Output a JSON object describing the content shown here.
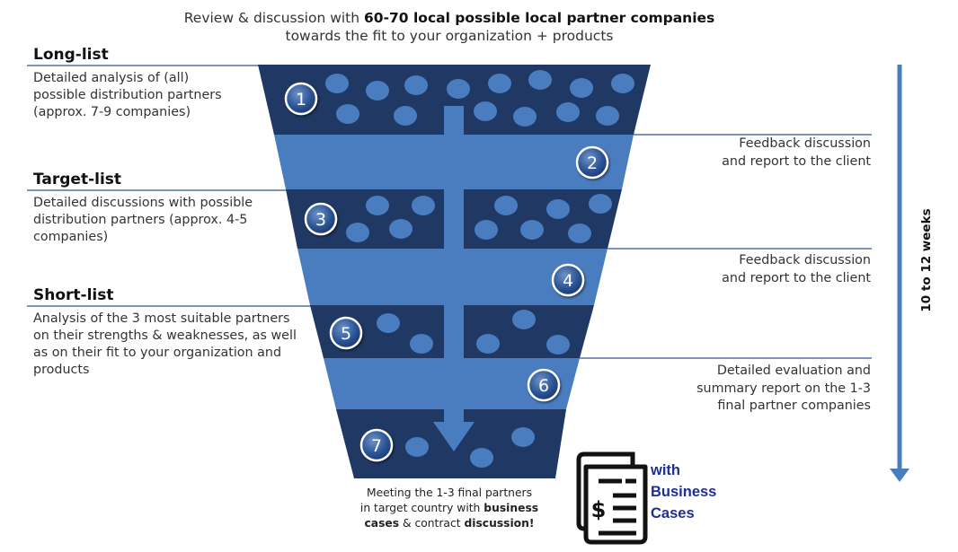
{
  "header": {
    "line1_pre": "Review & discussion with ",
    "line1_bold": "60-70 local possible local partner companies",
    "line2": "towards the fit to your organization + products"
  },
  "sections": [
    {
      "title": "Long-list",
      "desc": [
        "Detailed analysis of (all)",
        "possible distribution partners",
        "(approx. 7-9 companies)"
      ]
    },
    {
      "title": "Target-list",
      "desc": [
        "Detailed discussions with possible",
        "distribution partners (approx. 4-5",
        "companies)"
      ]
    },
    {
      "title": "Short-list",
      "desc": [
        "Analysis of the 3 most suitable partners",
        "on their strengths & weaknesses, as well",
        "as on their fit to your organization and",
        "products"
      ]
    }
  ],
  "feedback": [
    {
      "lines": [
        "Feedback discussion",
        "and report to the client"
      ]
    },
    {
      "lines": [
        "Feedback discussion",
        "and report to the client"
      ]
    },
    {
      "lines": [
        "Detailed evaluation and",
        "summary report on the 1-3",
        "final partner companies"
      ]
    }
  ],
  "steps": [
    "1",
    "2",
    "3",
    "4",
    "5",
    "6",
    "7"
  ],
  "timeline": {
    "label": "10 to 12 weeks"
  },
  "bottom_note": {
    "l1": "Meeting the 1-3 final partners",
    "l2_pre": "in target country with ",
    "l2_bold": "business",
    "l3_bold1": "cases",
    "l3_mid": " & contract ",
    "l3_bold2": "discussion!"
  },
  "business_cases": {
    "line1": "with",
    "line2": "Business",
    "line3": "Cases",
    "icon": "invoice-dollar-icon"
  },
  "colors": {
    "dark_band": "#1f3864",
    "light_band": "#4a7cc0",
    "dot": "#4a7cc0",
    "line": "#2f5597",
    "biz_text": "#1f2f8f"
  }
}
